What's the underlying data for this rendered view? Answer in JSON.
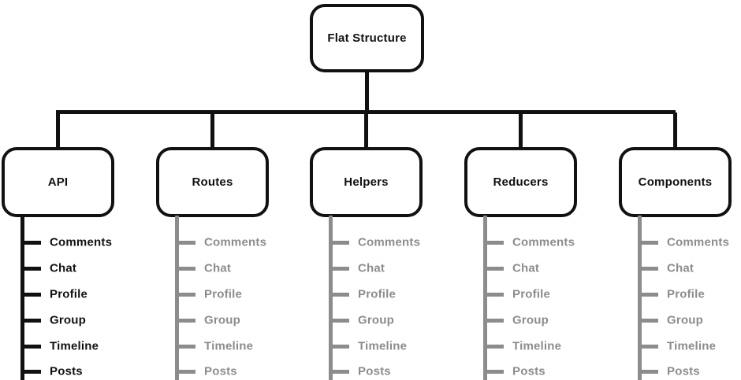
{
  "diagram": {
    "root": {
      "label": "Flat Structure"
    },
    "branches": [
      {
        "label": "API",
        "state": "active",
        "items": [
          "Comments",
          "Chat",
          "Profile",
          "Group",
          "Timeline",
          "Posts"
        ]
      },
      {
        "label": "Routes",
        "state": "inactive",
        "items": [
          "Comments",
          "Chat",
          "Profile",
          "Group",
          "Timeline",
          "Posts"
        ]
      },
      {
        "label": "Helpers",
        "state": "inactive",
        "items": [
          "Comments",
          "Chat",
          "Profile",
          "Group",
          "Timeline",
          "Posts"
        ]
      },
      {
        "label": "Reducers",
        "state": "inactive",
        "items": [
          "Comments",
          "Chat",
          "Profile",
          "Group",
          "Timeline",
          "Posts"
        ]
      },
      {
        "label": "Components",
        "state": "inactive",
        "items": [
          "Comments",
          "Chat",
          "Profile",
          "Group",
          "Timeline",
          "Posts"
        ]
      }
    ],
    "colors": {
      "line_black": "#111111",
      "inactive_gray": "#8c8c8c",
      "background": "#ffffff"
    }
  }
}
